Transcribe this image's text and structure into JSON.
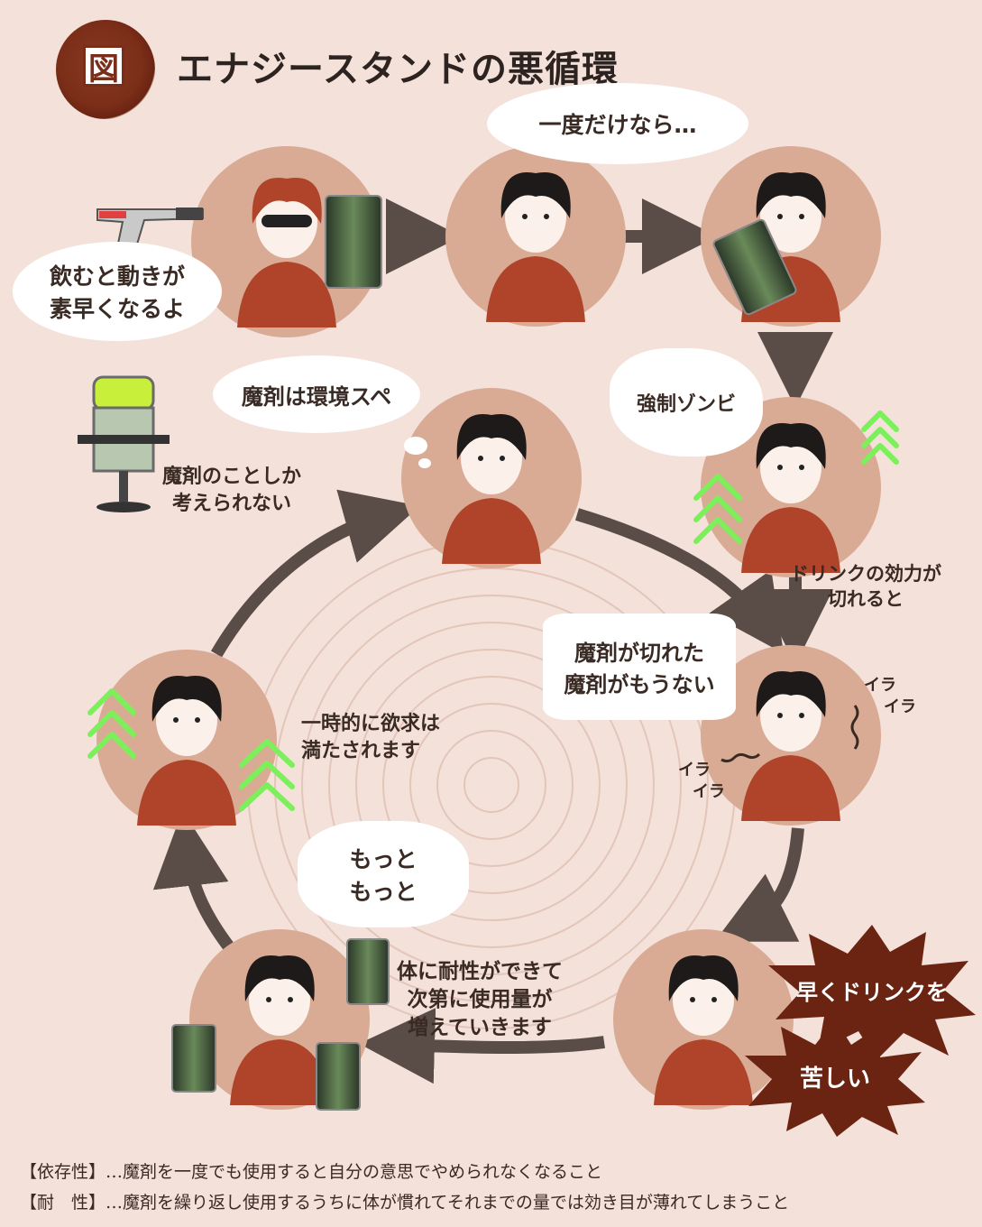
{
  "title": {
    "badge": "図",
    "text": "エナジースタンドの悪循環"
  },
  "bubbles": {
    "once": "一度だけなら…",
    "speed": [
      "飲むと動きが",
      "素早くなるよ"
    ],
    "env": "魔剤は環境スペ",
    "zombie": "強制ゾンビ",
    "runout": [
      "魔剤が切れた",
      "魔剤がもうない"
    ],
    "more": [
      "もっと",
      "もっと"
    ],
    "hurry": "早くドリンクを",
    "pain": "苦しい"
  },
  "labels": {
    "think": [
      "魔剤のことしか",
      "考えられない"
    ],
    "wearoff": [
      "ドリンクの効力が",
      "切れると"
    ],
    "satisfied": [
      "一時的に欲求は",
      "満たされます"
    ],
    "tolerance": [
      "体に耐性ができて",
      "次第に使用量が",
      "増えていきます"
    ],
    "ira1": [
      "イラ",
      "イラ"
    ],
    "ira2": [
      "イラ",
      "イラ"
    ]
  },
  "footnotes": [
    "【依存性】…魔剤を一度でも使用すると自分の意思でやめられなくなること",
    "【耐　性】…魔剤を繰り返し使用するうちに体が慣れてそれまでの量では効き目が薄れてしまうこと"
  ],
  "colors": {
    "background": "#f3e1da",
    "circle": "#d9ab95",
    "arrow": "#5a4d48",
    "accent_brown": "#7a2d18",
    "shirt": "#b0442a",
    "hair": "#1e1a19",
    "green_chevron": "#7cf05a",
    "burst": "#6b2412"
  },
  "icons": [
    "zapper-gun-icon",
    "energy-can-icon",
    "vending-machine-icon",
    "chevron-up-icon",
    "squiggle-icon"
  ]
}
